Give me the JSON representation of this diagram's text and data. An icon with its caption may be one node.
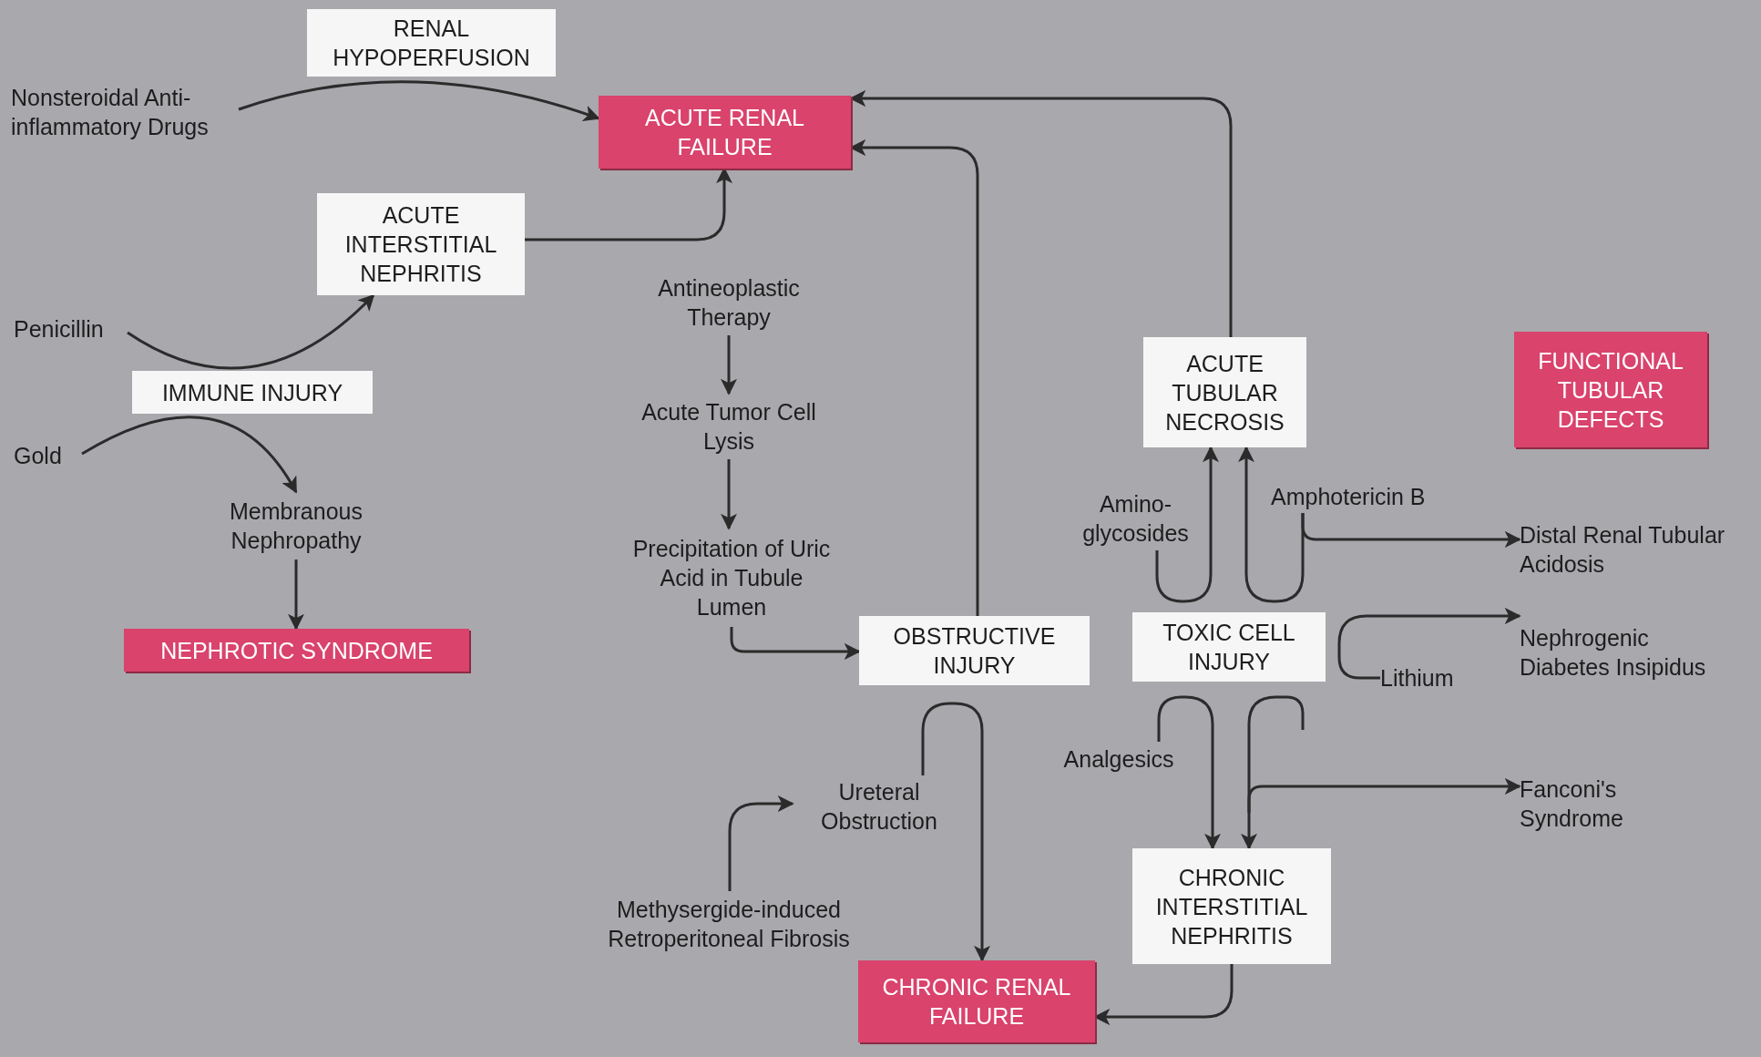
{
  "diagram": {
    "nodes": [
      {
        "text": [
          "RENAL HYPOPERFUSION"
        ]
      },
      {
        "text": [
          "Nonsteroidal Anti-inflammatory Drugs"
        ]
      },
      {
        "text": [
          "ACUTE RENAL FAILURE"
        ]
      },
      {
        "text": [
          "ACUTE INTERSTITIAL NEPHRITIS"
        ]
      },
      {
        "text": [
          "Penicillin"
        ]
      },
      {
        "text": [
          "IMMUNE INJURY"
        ]
      },
      {
        "text": [
          "Gold"
        ]
      },
      {
        "text": [
          "Membranous Nephropathy"
        ]
      },
      {
        "text": [
          "NEPHROTIC SYNDROME"
        ]
      },
      {
        "text": [
          "Antineoplastic Therapy"
        ]
      },
      {
        "text": [
          "Acute Tumor Cell Lysis"
        ]
      },
      {
        "text": [
          "Precipitation of Uric Acid in Tubule Lumen"
        ]
      },
      {
        "text": [
          "OBSTRUCTIVE INJURY"
        ]
      },
      {
        "text": [
          "Ureteral Obstruction"
        ]
      },
      {
        "text": [
          "Methysergide-induced Retroperitoneal Fibrosis"
        ]
      },
      {
        "text": [
          "CHRONIC RENAL FAILURE"
        ]
      },
      {
        "text": [
          "ACUTE TUBULAR NECROSIS"
        ]
      },
      {
        "text": [
          "FUNCTIONAL TUBULAR DEFECTS"
        ]
      },
      {
        "text": [
          "Amino-glycosides"
        ]
      },
      {
        "text": [
          "Amphotericin B"
        ]
      },
      {
        "text": [
          "Distal Renal Tubular Acidosis"
        ]
      },
      {
        "text": [
          "TOXIC CELL INJURY"
        ]
      },
      {
        "text": [
          "Nephrogenic Diabetes Insipidus"
        ]
      },
      {
        "text": [
          "Lithium"
        ]
      },
      {
        "text": [
          "Analgesics"
        ]
      },
      {
        "text": [
          "Fanconi's Syndrome"
        ]
      },
      {
        "text": [
          "CHRONIC INTERSTITIAL NEPHRITIS"
        ]
      }
    ],
    "edges": [
      {
        "from": 1,
        "to": 2,
        "arrow": "to"
      },
      {
        "from": 3,
        "to": 2,
        "arrow": "to"
      },
      {
        "from": 4,
        "to": 3,
        "arrow": "to"
      },
      {
        "from": 6,
        "to": 7,
        "arrow": "to"
      },
      {
        "from": 7,
        "to": 8,
        "arrow": "to"
      },
      {
        "from": 9,
        "to": 10,
        "arrow": "to"
      },
      {
        "from": 10,
        "to": 11,
        "arrow": "to"
      },
      {
        "from": 11,
        "to": 12,
        "arrow": "to"
      },
      {
        "from": 12,
        "to": 2,
        "arrow": "to"
      },
      {
        "from": 13,
        "to": 15,
        "arrow": "to"
      },
      {
        "from": 14,
        "to": 13,
        "arrow": "to"
      },
      {
        "from": 16,
        "to": 2,
        "arrow": "to"
      },
      {
        "from": 18,
        "to": 16,
        "arrow": "to"
      },
      {
        "from": 19,
        "to": 16,
        "arrow": "to"
      },
      {
        "from": 19,
        "to": 20,
        "arrow": "to"
      },
      {
        "from": 23,
        "to": 22,
        "arrow": "to"
      },
      {
        "from": 24,
        "to": 26,
        "arrow": "to"
      },
      {
        "from": null,
        "to": 26,
        "arrow": "to"
      },
      {
        "from": null,
        "to": 25,
        "arrow": "to"
      },
      {
        "from": 26,
        "to": 15,
        "arrow": "to"
      }
    ]
  }
}
